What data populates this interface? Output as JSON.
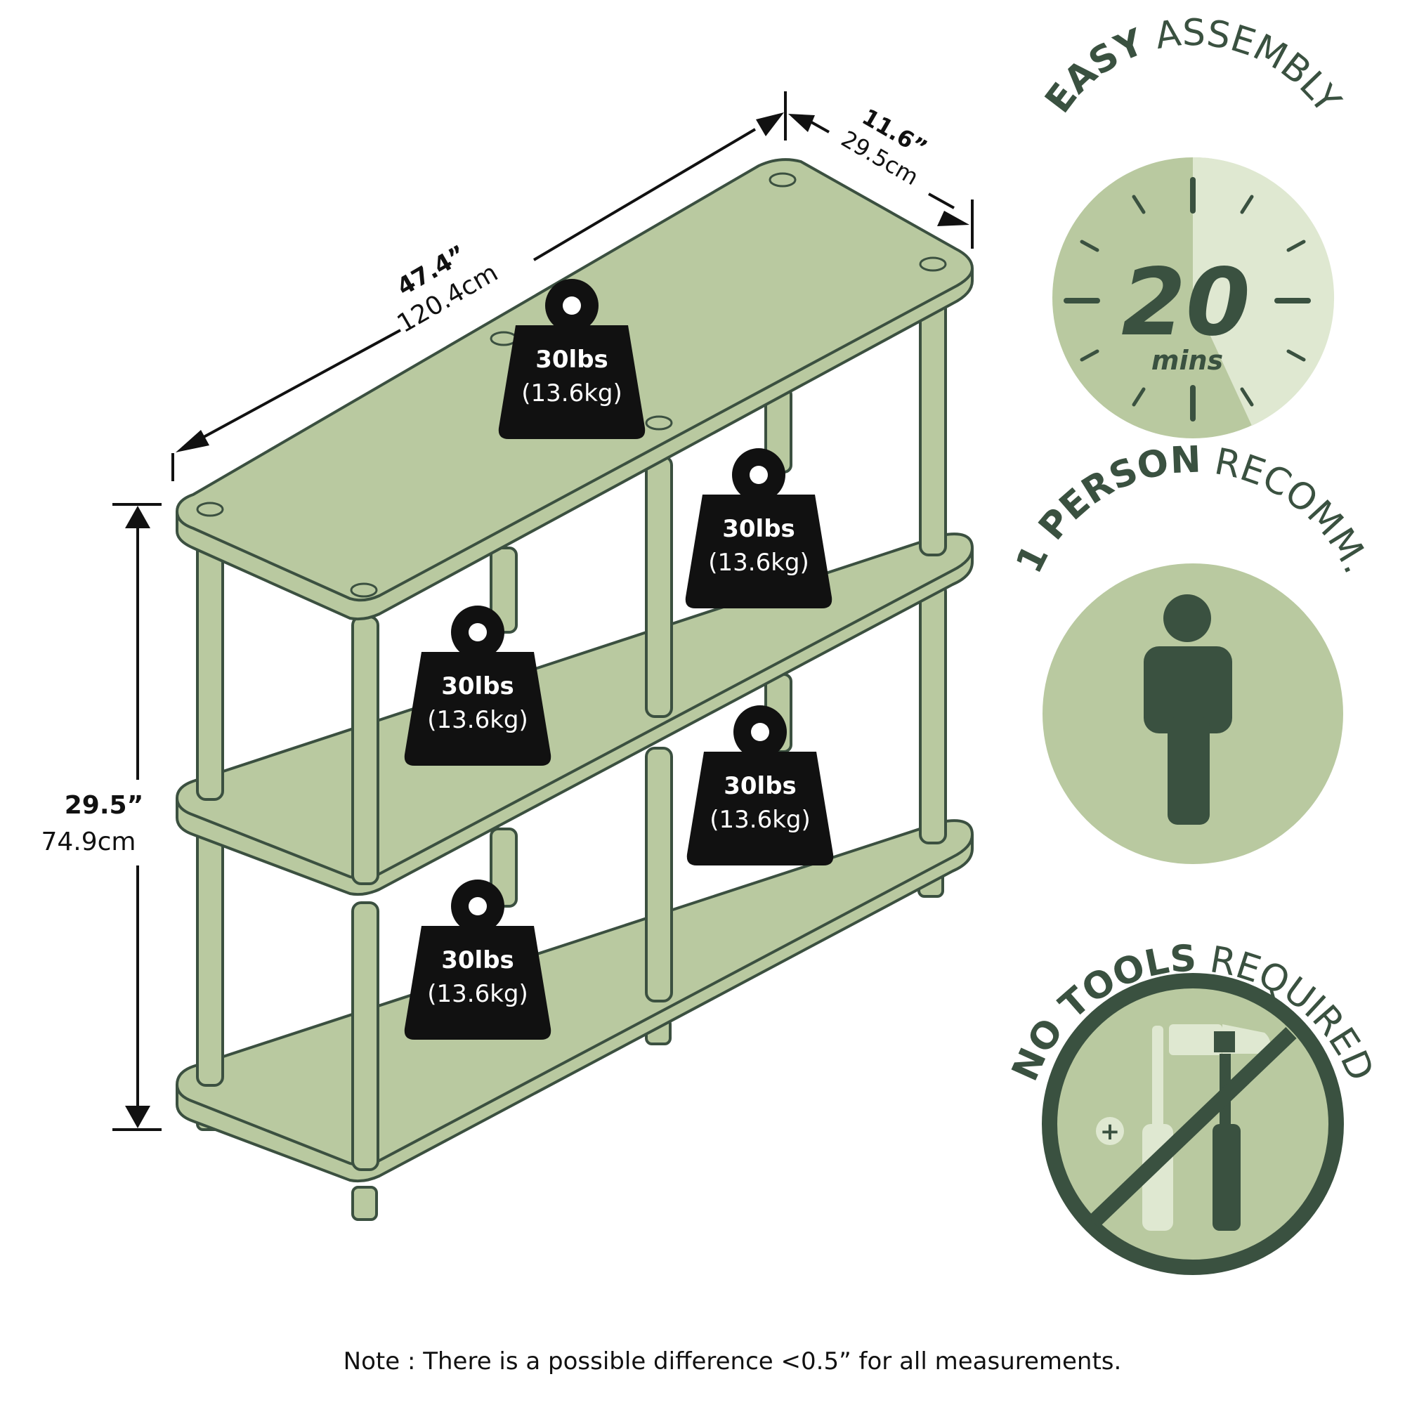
{
  "colors": {
    "shelf_fill": "#b9c9a0",
    "shelf_edge": "#3b5040",
    "dark_green": "#3a5140",
    "badge_fill": "#b9c9a0",
    "badge_light": "#dfe8d1",
    "weight_fill": "#111111",
    "text": "#111111"
  },
  "dimensions": {
    "width_in": "47.4”",
    "width_cm": "120.4cm",
    "depth_in": "11.6”",
    "depth_cm": "29.5cm",
    "height_in": "29.5”",
    "height_cm": "74.9cm"
  },
  "weights": [
    {
      "lbs": "30lbs",
      "kg": "(13.6kg)"
    },
    {
      "lbs": "30lbs",
      "kg": "(13.6kg)"
    },
    {
      "lbs": "30lbs",
      "kg": "(13.6kg)"
    },
    {
      "lbs": "30lbs",
      "kg": "(13.6kg)"
    },
    {
      "lbs": "30lbs",
      "kg": "(13.6kg)"
    }
  ],
  "badges": {
    "assembly": {
      "bold": "EASY",
      "light": "ASSEMBLY",
      "number": "20",
      "unit": "mins",
      "icon": "clock-icon"
    },
    "person": {
      "bold": "1 PERSON",
      "light": "RECOMM.",
      "icon": "person-icon"
    },
    "tools": {
      "bold": "NO TOOLS",
      "light": "REQUIRED",
      "icon": "no-tools-icon"
    }
  },
  "note": "Note : There is a possible difference <0.5” for all measurements."
}
